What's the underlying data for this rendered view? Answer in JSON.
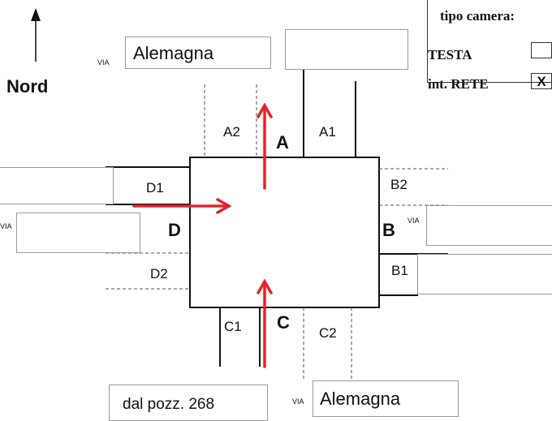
{
  "north": {
    "label": "Nord"
  },
  "streets": {
    "top": {
      "via": "VIA",
      "name": "Alemagna"
    },
    "bottom": {
      "via": "VIA",
      "name": "Alemagna"
    },
    "left": {
      "via": "VIA"
    },
    "right": {
      "via": "VIA"
    },
    "bottom_note": "dal pozz. 268"
  },
  "sides": {
    "A": "A",
    "B": "B",
    "C": "C",
    "D": "D"
  },
  "lanes": {
    "A1": "A1",
    "A2": "A2",
    "B1": "B1",
    "B2": "B2",
    "C1": "C1",
    "C2": "C2",
    "D1": "D1",
    "D2": "D2"
  },
  "camera": {
    "title": "tipo camera:",
    "testa_label": "TESTA",
    "testa_value": "",
    "rete_label": "int. RETE",
    "rete_value": "X"
  },
  "colors": {
    "arrow": "#e0262b",
    "line": "#111111",
    "dashed": "#555555",
    "box_border": "#9a9a9a"
  }
}
